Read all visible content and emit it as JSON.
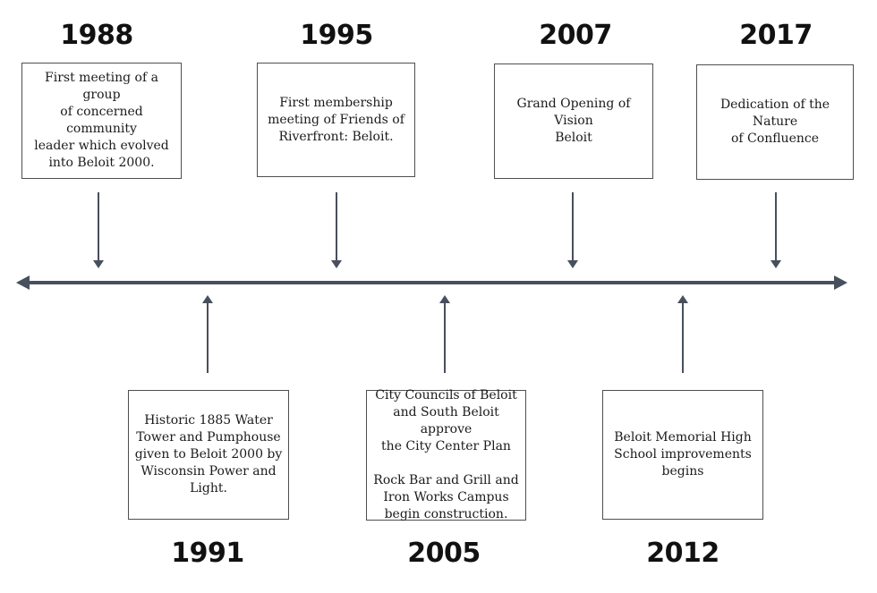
{
  "events": [
    {
      "year": "1988",
      "side": "top",
      "description": "First meeting of a group\nof concerned community\nleader which evolved\ninto  Beloit 2000."
    },
    {
      "year": "1991",
      "side": "bottom",
      "description": "Historic 1885 Water\nTower and Pumphouse\ngiven to Beloit 2000 by\nWisconsin Power and\nLight."
    },
    {
      "year": "1995",
      "side": "top",
      "description": "First membership\nmeeting of Friends of\nRiverfront: Beloit."
    },
    {
      "year": "2005",
      "side": "bottom",
      "description": "City Councils of Beloit\nand South Beloit approve\nthe City Center Plan\n\nRock Bar and Grill  and\nIron Works Campus\nbegin construction."
    },
    {
      "year": "2007",
      "side": "top",
      "description": "Grand Opening of Vision\nBeloit"
    },
    {
      "year": "2012",
      "side": "bottom",
      "description": "Beloit Memorial High\nSchool improvements\nbegins"
    },
    {
      "year": "2017",
      "side": "top",
      "description": "Dedication of the Nature\nof Confluence"
    }
  ],
  "colors": {
    "arrow": "#47505c",
    "box_border": "#4f4f4f",
    "text": "#1b1b1b",
    "year_text": "#111111",
    "background": "#ffffff"
  }
}
